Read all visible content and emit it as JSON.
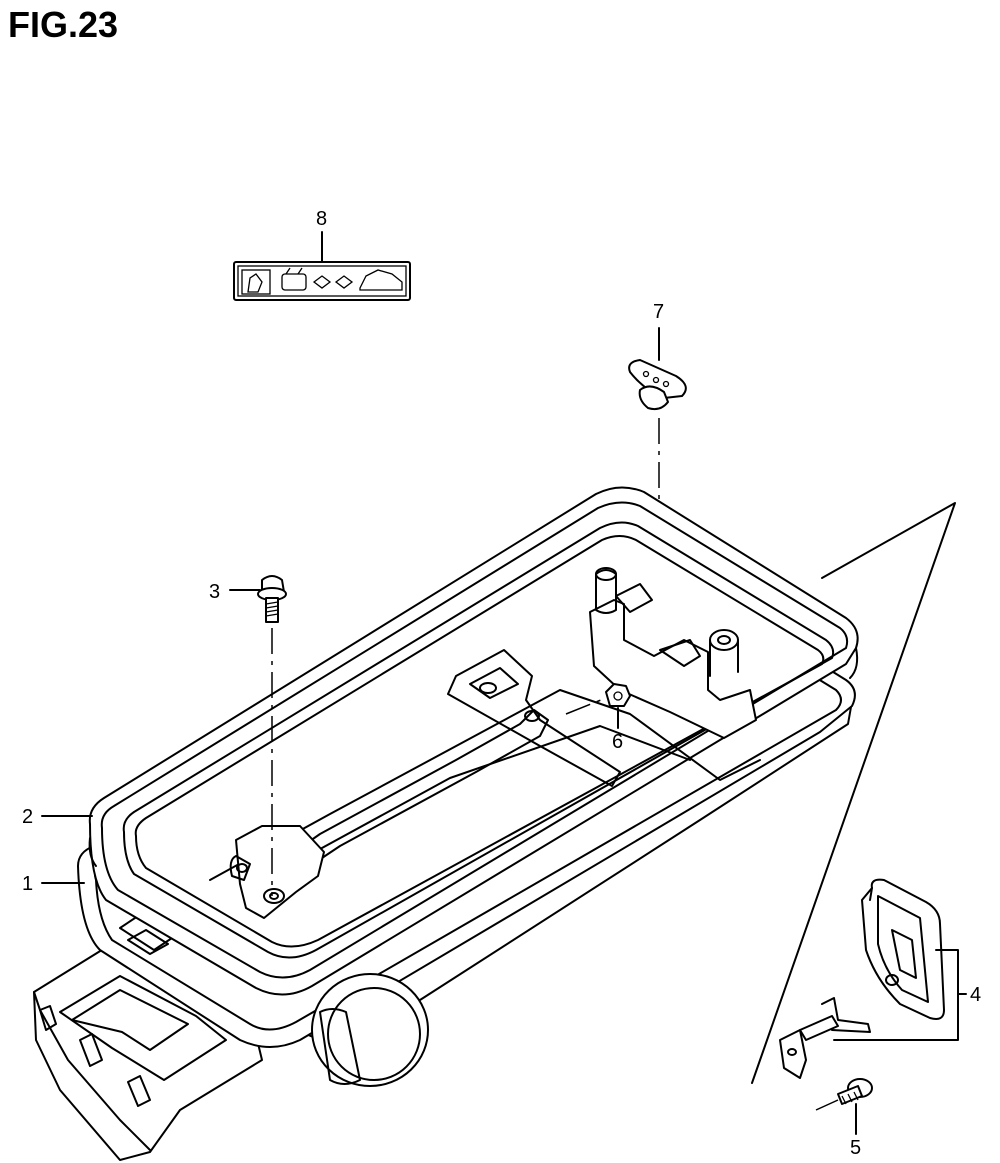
{
  "figure": {
    "title": "FIG.23"
  },
  "callouts": [
    {
      "id": "1",
      "label": "1"
    },
    {
      "id": "2",
      "label": "2"
    },
    {
      "id": "3",
      "label": "3"
    },
    {
      "id": "4",
      "label": "4"
    },
    {
      "id": "5",
      "label": "5"
    },
    {
      "id": "6",
      "label": "6"
    },
    {
      "id": "7",
      "label": "7"
    },
    {
      "id": "8",
      "label": "8"
    }
  ]
}
